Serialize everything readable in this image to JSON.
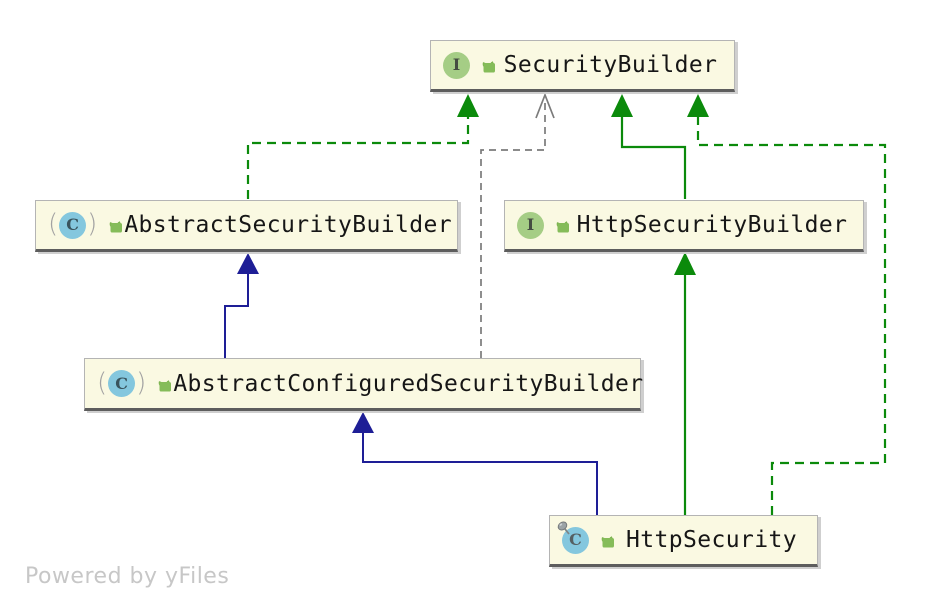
{
  "diagram": {
    "watermark": "Powered by yFiles",
    "nodes": {
      "security_builder": {
        "label": "SecurityBuilder",
        "badge": "I",
        "kind": "interface",
        "visibility": "public"
      },
      "abstract_security_builder": {
        "label": "AbstractSecurityBuilder",
        "badge": "C",
        "kind": "abstract class",
        "visibility": "public"
      },
      "http_security_builder": {
        "label": "HttpSecurityBuilder",
        "badge": "I",
        "kind": "interface",
        "visibility": "public"
      },
      "abstract_configured_security_builder": {
        "label": "AbstractConfiguredSecurityBuilder",
        "badge": "C",
        "kind": "abstract class",
        "visibility": "public"
      },
      "http_security": {
        "label": "HttpSecurity",
        "badge": "C",
        "kind": "final class",
        "visibility": "public"
      }
    },
    "icons": {
      "abstract_paren_left": "(",
      "abstract_paren_right": ")",
      "interface_badge": "interface-icon",
      "class_badge": "class-icon",
      "lock": "unlocked-icon",
      "pin": "final-pin-icon"
    },
    "edges": [
      {
        "from": "AbstractSecurityBuilder",
        "to": "SecurityBuilder",
        "relation": "implements",
        "line": "dashed",
        "color": "#0b8a0b",
        "arrow": "filled-triangle"
      },
      {
        "from": "AbstractConfiguredSecurityBuilder",
        "to": "SecurityBuilder",
        "relation": "implements",
        "line": "dashed",
        "color": "#7b7b7b",
        "arrow": "open-triangle"
      },
      {
        "from": "HttpSecurityBuilder",
        "to": "SecurityBuilder",
        "relation": "extends",
        "line": "solid",
        "color": "#0b8a0b",
        "arrow": "filled-triangle"
      },
      {
        "from": "HttpSecurity",
        "to": "SecurityBuilder",
        "relation": "implements",
        "line": "dashed",
        "color": "#0b8a0b",
        "arrow": "filled-triangle"
      },
      {
        "from": "AbstractConfiguredSecurityBuilder",
        "to": "AbstractSecurityBuilder",
        "relation": "extends",
        "line": "solid",
        "color": "#1e1e96",
        "arrow": "filled-triangle"
      },
      {
        "from": "HttpSecurity",
        "to": "AbstractConfiguredSecurityBuilder",
        "relation": "extends",
        "line": "solid",
        "color": "#1e1e96",
        "arrow": "filled-triangle"
      },
      {
        "from": "HttpSecurity",
        "to": "HttpSecurityBuilder",
        "relation": "implements",
        "line": "solid",
        "color": "#0b8a0b",
        "arrow": "filled-triangle"
      }
    ],
    "colors": {
      "node_fill": "#FAF9E2",
      "node_border": "#b4b4b4",
      "node_border_bottom": "#5d5d5d",
      "green": "#0b8a0b",
      "blue": "#1e1e96",
      "gray": "#7b7b7b",
      "interface_badge_bg": "#A5CD85",
      "class_badge_bg": "#84C7DE",
      "lock_green": "#85BC59",
      "watermark": "#c7c7c7"
    }
  }
}
